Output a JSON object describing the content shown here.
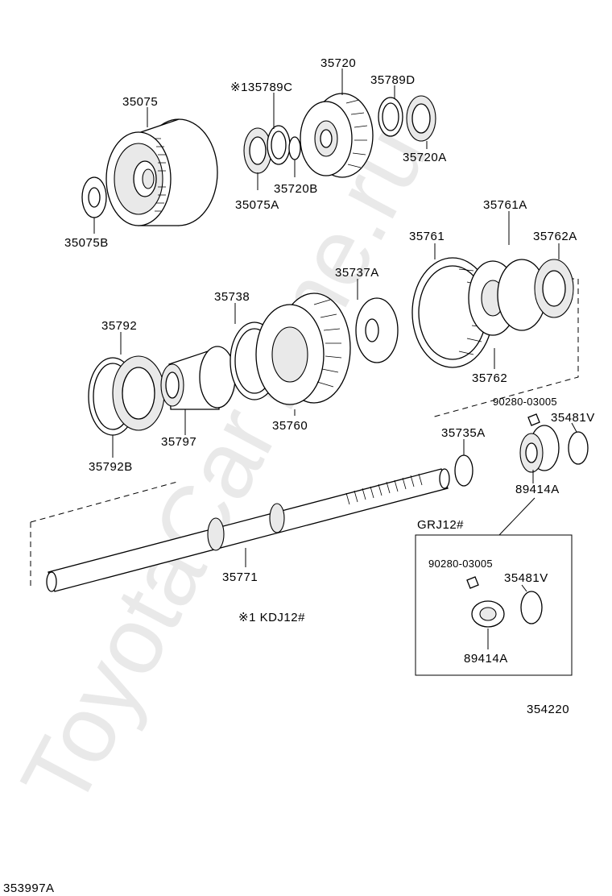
{
  "watermark": "ToyotaCarTime.ru",
  "diagram_id": "353997A",
  "ref_code": "354220",
  "group_box": {
    "title": "GRJ12#"
  },
  "footnote": "※1 KDJ12#",
  "parts": {
    "p35075": "35075",
    "p35075B": "35075B",
    "p135789C": "※135789C",
    "p35720": "35720",
    "p35789D": "35789D",
    "p35720A": "35720A",
    "p35720B": "35720B",
    "p35075A": "35075A",
    "p35761A": "35761A",
    "p35761": "35761",
    "p35762A": "35762A",
    "p35737A": "35737A",
    "p35738": "35738",
    "p35792": "35792",
    "p35762": "35762",
    "p90280a": "90280-03005",
    "p35481Va": "35481V",
    "p35735A": "35735A",
    "p35760": "35760",
    "p35797": "35797",
    "p35792B": "35792B",
    "p89414Aa": "89414A",
    "p35771": "35771",
    "p90280b": "90280-03005",
    "p35481Vb": "35481V",
    "p89414Ab": "89414A"
  }
}
